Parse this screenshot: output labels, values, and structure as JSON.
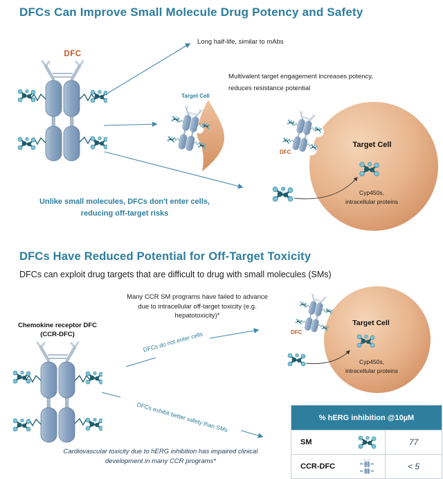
{
  "colors": {
    "teal_accent": "#2B7D9E",
    "orange_accent": "#C05A28",
    "cell_orange": "#E7B48C",
    "table_header_bg": "#2E7E9E",
    "molecule_blue": "#7EC5D8",
    "molecule_dark": "#1F5D6B"
  },
  "s1": {
    "title": "DFCs Can Improve Small Molecule Drug Potency and Safety",
    "dfc_label": "DFC",
    "long_half_life": "Long half-life, similar to mAbs",
    "multivalent1": "Multivalent target engagement increases potency,",
    "multivalent2": "reduces resistance potential",
    "mini_target_cell": "Target Cell",
    "unlike1": "Unlike small molecules, DFCs don't enter cells,",
    "unlike2": "reducing off-target risks",
    "cell": {
      "name": "Target Cell",
      "dfc": "DFC",
      "cyp1": "Cyp450s,",
      "cyp2": "intracellular proteins"
    }
  },
  "s2": {
    "title": "DFCs Have Reduced Potential for Off-Target Toxicity",
    "subtitle": "DFCs can exploit drug targets that are difficult to drug with small molecules (SMs)",
    "note1": "Many CCR SM programs have failed to advance",
    "note2": "due to intracellular off-target toxicity (e.g.",
    "note3": "hepatotoxicity)*",
    "ccr1": "Chemokine receptor DFC",
    "ccr2": "(CCR-DFC)",
    "arrow_top": "DFCs do not enter cells",
    "arrow_bottom": "DFCs exhibit better safety than SMs",
    "cardio1": "Cardiovascular toxicity due to hERG inhibition has impaired clinical",
    "cardio2": "development in many CCR programs*",
    "cell": {
      "name": "Target Cell",
      "dfc": "DFC",
      "cyp1": "Cyp450s,",
      "cyp2": "intracellular proteins"
    },
    "table": {
      "header": "% hERG inhibition @10µM",
      "rows": [
        {
          "label": "SM",
          "icon": "sm-molecule-icon",
          "value": "77"
        },
        {
          "label": "CCR-DFC",
          "icon": "ccr-dfc-icon",
          "value": "< 5"
        }
      ]
    }
  }
}
